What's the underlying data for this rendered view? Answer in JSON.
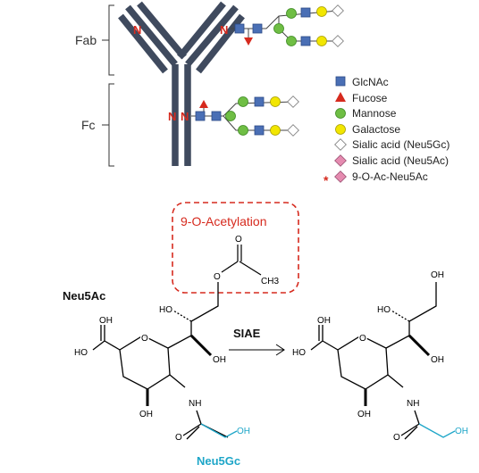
{
  "antibody": {
    "region_labels": {
      "fab": "Fab",
      "fc": "Fc"
    },
    "site_letter": "N"
  },
  "legend": {
    "items": [
      {
        "label": "GlcNAc",
        "symbol": "blue-square",
        "color": "#4a6fb5"
      },
      {
        "label": "Fucose",
        "symbol": "red-triangle",
        "color": "#d62a1e"
      },
      {
        "label": "Mannose",
        "symbol": "green-circle",
        "color": "#6fbe44"
      },
      {
        "label": "Galactose",
        "symbol": "yellow-circle",
        "color": "#f2e600"
      },
      {
        "label": "Sialic acid (Neu5Gc)",
        "symbol": "white-diamond",
        "color": "#ffffff"
      },
      {
        "label": "Sialic acid (Neu5Ac)",
        "symbol": "pink-diamond",
        "color": "#e58bb0"
      },
      {
        "label": "9-O-Ac-Neu5Ac",
        "symbol": "asterisk-pink-diamond",
        "color": "#e58bb0"
      }
    ]
  },
  "reaction": {
    "acetylation_label": "9-O-Acetylation",
    "enzyme_label": "SIAE",
    "left_name": "Neu5Ac",
    "left_alt_name": "Neu5Gc",
    "atoms": {
      "oh": "OH",
      "ho": "HO",
      "o": "O",
      "nh": "NH",
      "ch3": "CH3"
    }
  },
  "colors": {
    "antibody": "#3f4a5e",
    "acetyl_box": "#d62a1e",
    "neu5gc": "#1ea6c8",
    "red_site": "#d62a1e"
  }
}
